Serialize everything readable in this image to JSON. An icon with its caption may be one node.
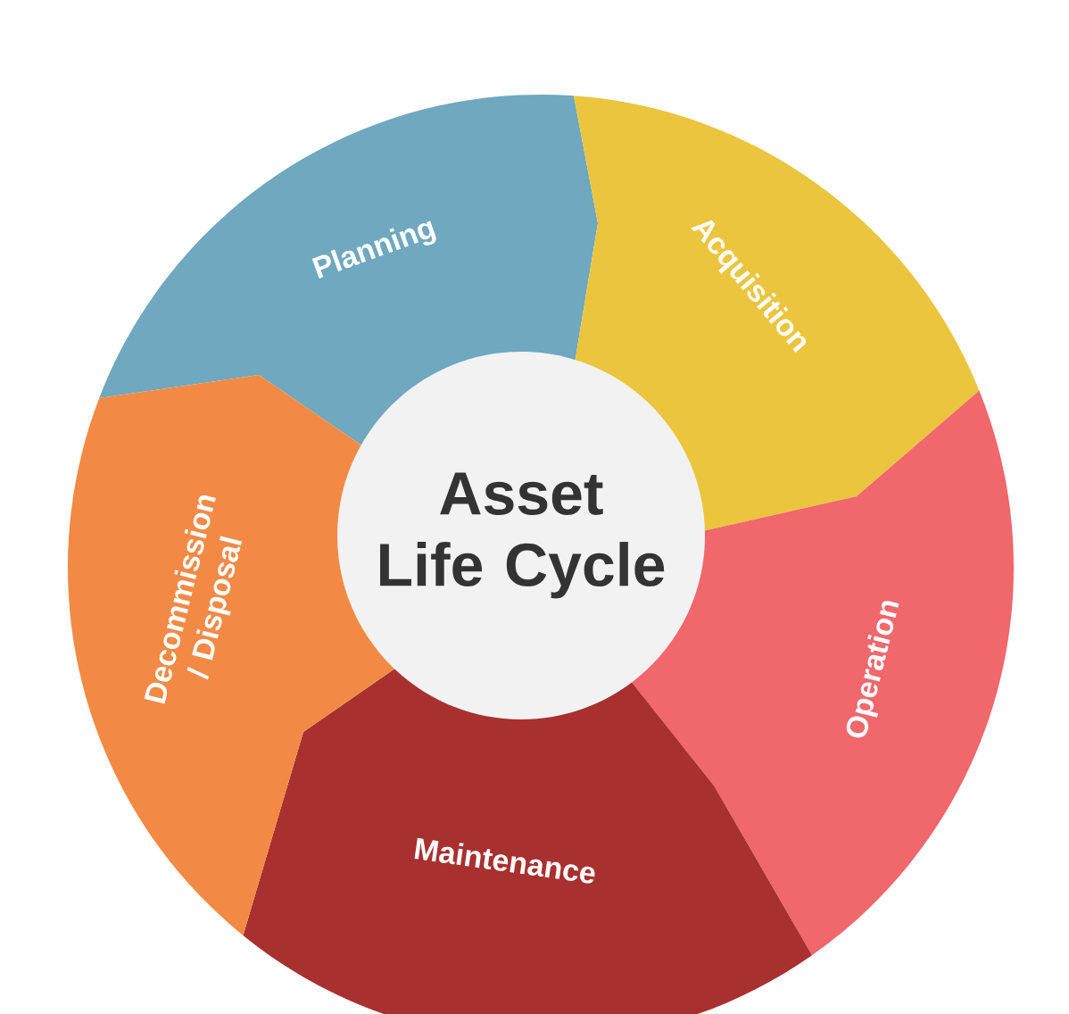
{
  "diagram": {
    "nodes": [
      {
        "text": [
          "Asset Life Cycle"
        ]
      },
      {
        "text": [
          "Planning"
        ]
      },
      {
        "text": [
          "Acquisition"
        ]
      },
      {
        "text": [
          "Operation"
        ]
      },
      {
        "text": [
          "Maintenance"
        ]
      },
      {
        "text": [
          "Decommission / Disposal"
        ]
      }
    ]
  }
}
